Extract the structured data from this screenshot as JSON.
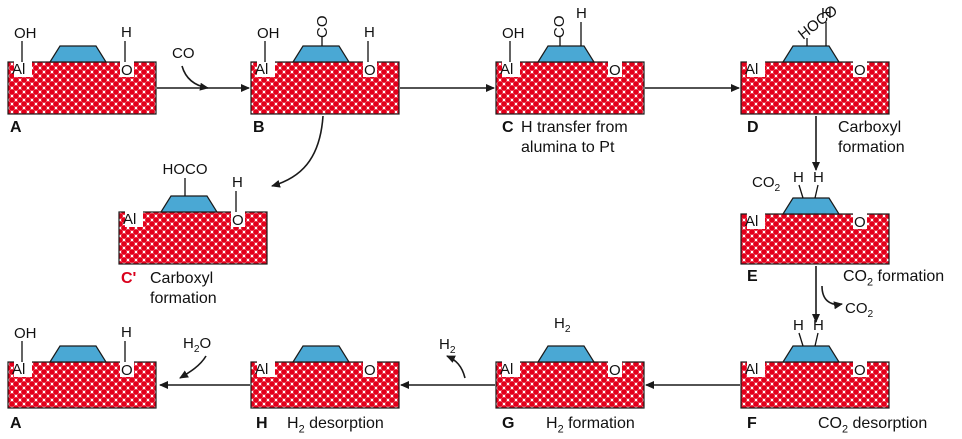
{
  "colors": {
    "surface_checker": "#e3001b",
    "surface_bg": "#ffffff",
    "cluster": "#4aa8d4",
    "outline": "#1a1a1a",
    "highlight_label": "#d9001b"
  },
  "atoms": {
    "al": "Al",
    "o": "O",
    "oh": "OH",
    "h": "H"
  },
  "panels": {
    "A1": {
      "letter": "A",
      "caption": []
    },
    "B": {
      "letter": "B",
      "caption": []
    },
    "C": {
      "letter": "C",
      "caption": [
        "H transfer from",
        "alumina to Pt"
      ]
    },
    "D": {
      "letter": "D",
      "caption": [
        "Carboxyl",
        "formation"
      ]
    },
    "Cp": {
      "letter": "C'",
      "caption": [
        "Carboxyl",
        "formation"
      ]
    },
    "E": {
      "letter": "E",
      "caption": []
    },
    "F": {
      "letter": "F",
      "caption": []
    },
    "G": {
      "letter": "G",
      "caption": []
    },
    "H": {
      "letter": "H",
      "caption": []
    },
    "A2": {
      "letter": "A",
      "caption": []
    }
  },
  "species": {
    "co_gas": "CO",
    "co_adsorbed": "CO",
    "hoco": "HOCO",
    "h2_adsorbed": "H",
    "co2_label": "CO",
    "h2_gas": "H",
    "h2o_gas": "H",
    "h2_on_cluster": "H"
  },
  "step_labels": {
    "co2_formation": "CO",
    "co2_formation_suffix": " formation",
    "co2_desorption": "CO",
    "co2_desorption_suffix": " desorption",
    "h2_formation": "H",
    "h2_formation_suffix": " formation",
    "h2_desorption": "H",
    "h2_desorption_suffix": " desorption"
  },
  "subscripts": {
    "two": "2"
  },
  "water_suffix": "O",
  "co2_release": "CO"
}
